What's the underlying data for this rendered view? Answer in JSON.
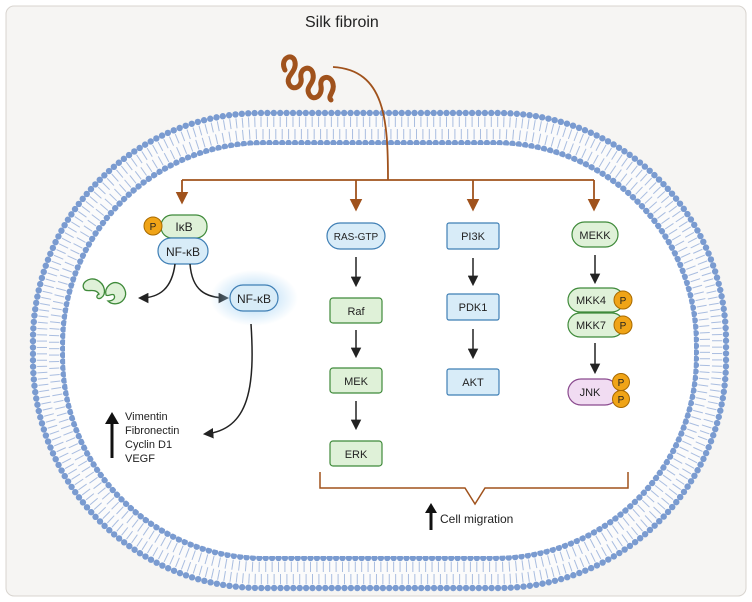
{
  "title": "Silk fibroin",
  "nfkb_pathway": {
    "phospho": "P",
    "ikb": "IκB",
    "nfkb_complex": "NF-κB",
    "nfkb_free": "NF-κB",
    "targets": [
      "Vimentin",
      "Fibronectin",
      "Cyclin D1",
      "VEGF"
    ]
  },
  "ras_pathway": {
    "nodes": [
      "RAS-GTP",
      "Raf",
      "MEK",
      "ERK"
    ]
  },
  "pi3k_pathway": {
    "nodes": [
      "PI3K",
      "PDK1",
      "AKT"
    ]
  },
  "jnk_pathway": {
    "mekk": "MEKK",
    "mkk4": "MKK4",
    "mkk7": "MKK7",
    "jnk": "JNK",
    "phospho": "P"
  },
  "outcome": "Cell migration",
  "colors": {
    "arrow_brown": "#a0521c",
    "membrane_head": "#7a9bd0",
    "membrane_tail": "#a9bde0",
    "green_fill": "#dff1d8",
    "green_stroke": "#3f8a3a",
    "blue_fill": "#d8ecf8",
    "blue_stroke": "#3f7fb5",
    "phospho_fill": "#f0a417",
    "pink_fill": "#f1dcf2"
  }
}
